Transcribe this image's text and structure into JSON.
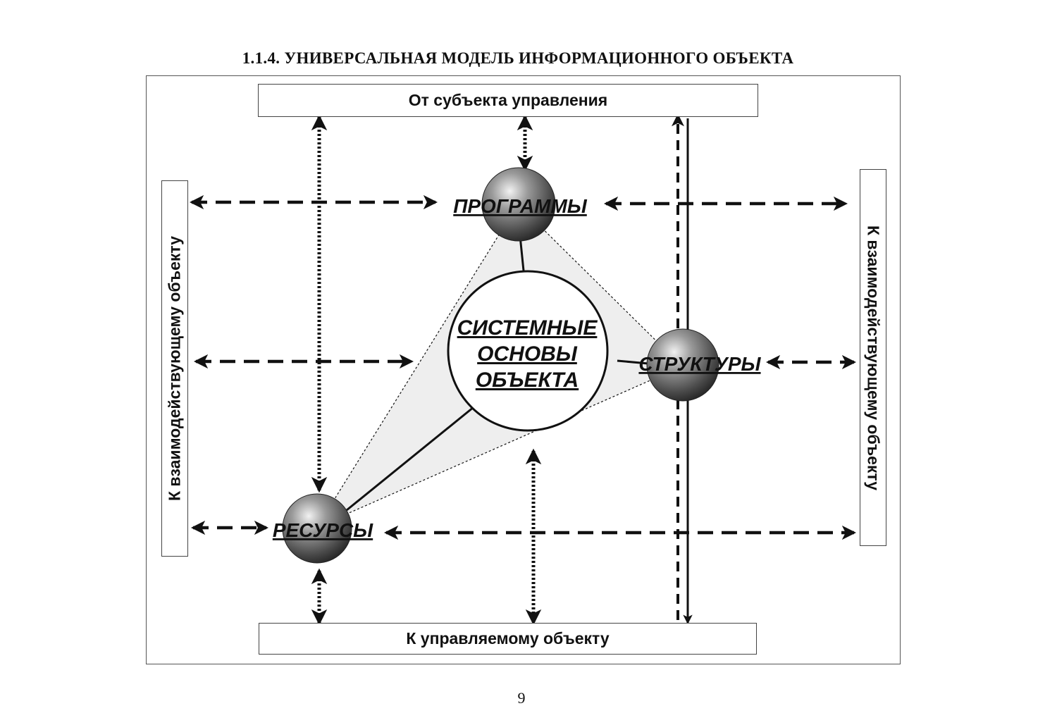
{
  "heading": "1.1.4. УНИВЕРСАЛЬНАЯ МОДЕЛЬ ИНФОРМАЦИОННОГО ОБЪЕКТА",
  "boxes": {
    "top": "От субъекта управления",
    "bottom": "К управляемому объекту",
    "left": "К взаимодействующему объекту",
    "right": "К взаимодействующему объекту"
  },
  "nodes": {
    "programs": "ПРОГРАММЫ",
    "structures": "СТРУКТУРЫ",
    "resources": "РЕСУРСЫ",
    "core_lines": [
      "СИСТЕМНЫЕ",
      "ОСНОВЫ",
      "ОБЪЕКТА"
    ]
  },
  "page_number": "9"
}
